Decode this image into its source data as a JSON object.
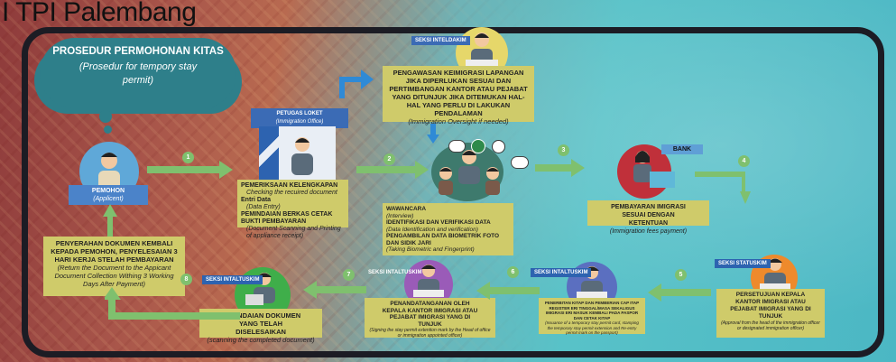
{
  "header": {
    "title": "I TPI Palembang"
  },
  "cloud": {
    "heading": "PROSEDUR PERMOHONAN KITAS",
    "sub": "(Prosedur for tempory stay permit)"
  },
  "applicant": {
    "label_id": "PEMOHON",
    "label_en": "(Applicent)"
  },
  "loket": {
    "label_id": "PETUGAS LOKET",
    "label_en": "(Immigration Office)",
    "items": [
      {
        "id": "PEMERIKSAAN KELENGKAPAN",
        "en": "Checking the recuired document"
      },
      {
        "id": "Entri Data",
        "en": "(Data Entry)"
      },
      {
        "id": "PEMINDAIAN BERKAS CETAK BUKTI PEMBAYARAN",
        "en": "(Document Scanning and Printing of appliance receipt)"
      }
    ]
  },
  "oversight": {
    "tag": "SEKSI INTELDAKIM",
    "text": "PENGAWASAN KEIMIGRASI LAPANGAN JIKA DIPERLUKAN SESUAI DAN PERTIMBANGAN KANTOR ATAU PEJABAT YANG DITUNJUK JIKA DITEMUKAN HAL-HAL YANG PERLU DI LAKUKAN PENDALAMAN",
    "en": "(Immigration Oversight if needed)"
  },
  "interview": {
    "lines": [
      "WAWANCARA",
      "(Interview)",
      "IDENTIFIKASI DAN VERIFIKASI DATA",
      "(Data Identification and verification)",
      "PENGAMBILAN DATA BIOMETRIK FOTO DAN SIDIK JARI",
      "(Taking Biometric and Fingerprint)"
    ]
  },
  "bank": {
    "tag": "BANK",
    "text": "PEMBAYARAN IMIGRASI SESUAI DENGAN KETENTUAN",
    "en": "(Immigration fees payment)"
  },
  "approval": {
    "tag": "SEKSI STATUSKIM",
    "text": "PERSETUJUAN KEPALA KANTOR IMIGRASI ATAU PEJABAT IMIGRASI YANG DI TUNJUK",
    "en": "(Approval from the head of the immigration officer or designated immigration officer)"
  },
  "issuance": {
    "tag": "SEKSI INTALTUSKIM",
    "text": "PENERBITAN KITAP DAN PEMBERIAN CAP ITAP REGISTER ERI TINGGAL/MASA SEKALIGUS IMIGRASI ERI MASUK KEMBALI PADA PASPOR DAN CETAK KITAP",
    "en": "(Issuance of a temporary stay permit card, stamping the temporary stay permit extension and Re-entry permit mark on the passport)"
  },
  "signing": {
    "tag": "SEKSI INTALTUSKIM",
    "text": "PENANDATANGANAN OLEH KEPALA KANTOR IMIGRASI ATAU PEJABAT IMIGRASI YANG DI TUNJUK",
    "en": "(Signing the stay permit extention mark by the Head of office or immigration appointed officer)"
  },
  "scanning": {
    "tag": "SEKSI INTALTUSKIM",
    "text": "PEMINDAIAN DOKUMEN YANG TELAH DISELESAIKAN",
    "en": "(scanning the completed document)"
  },
  "return": {
    "text": "PENYERAHAN DOKUMEN KEMBALI KEPADA PEMOHON, PENYELESAIAN 3 HARI KERJA STELAH PEMBAYARAN",
    "en": "(Return the Document to the Appicant Document Collection Withing 3 Working Days After Payment)"
  },
  "steps": [
    "1",
    "2",
    "3",
    "4",
    "5",
    "6",
    "7",
    "8"
  ],
  "colors": {
    "box": "#cfcb6a",
    "teal": "#2e7f8a",
    "arrow": "#7fc06e",
    "frame": "#1c1c24",
    "label_blue": "#3b6bb5"
  }
}
